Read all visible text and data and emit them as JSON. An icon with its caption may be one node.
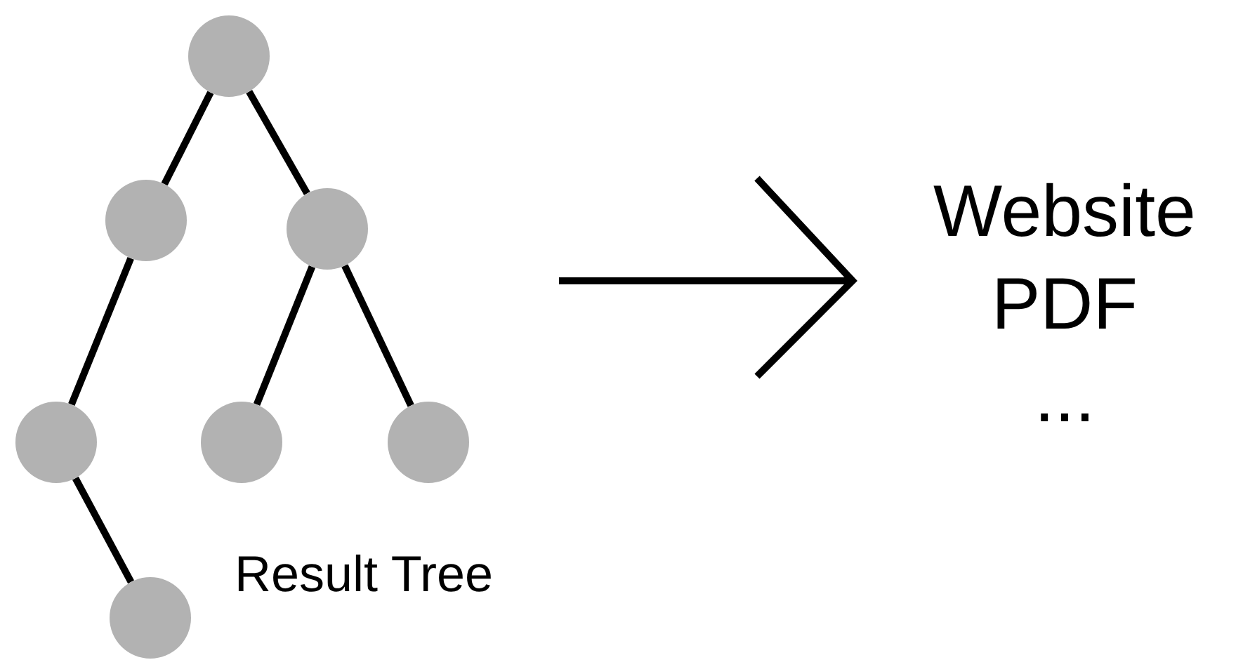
{
  "diagram": {
    "nodes": [
      {
        "text": [],
        "shape": "circle"
      },
      {
        "text": [],
        "shape": "circle"
      },
      {
        "text": [],
        "shape": "circle"
      },
      {
        "text": [],
        "shape": "circle"
      },
      {
        "text": [],
        "shape": "circle"
      },
      {
        "text": [],
        "shape": "circle"
      },
      {
        "text": [],
        "shape": "circle"
      },
      {
        "text": [
          "Website",
          "PDF",
          "..."
        ]
      }
    ],
    "edges": [
      {
        "from": 0,
        "to": 1,
        "arrow": "none"
      },
      {
        "from": 0,
        "to": 2,
        "arrow": "none"
      },
      {
        "from": 1,
        "to": 3,
        "arrow": "none"
      },
      {
        "from": 2,
        "to": 4,
        "arrow": "none"
      },
      {
        "from": 2,
        "to": 5,
        "arrow": "none"
      },
      {
        "from": 3,
        "to": 6,
        "arrow": "none"
      },
      {
        "from": null,
        "to": 7,
        "arrow": "to"
      }
    ],
    "labels": [
      "Result Tree"
    ]
  }
}
